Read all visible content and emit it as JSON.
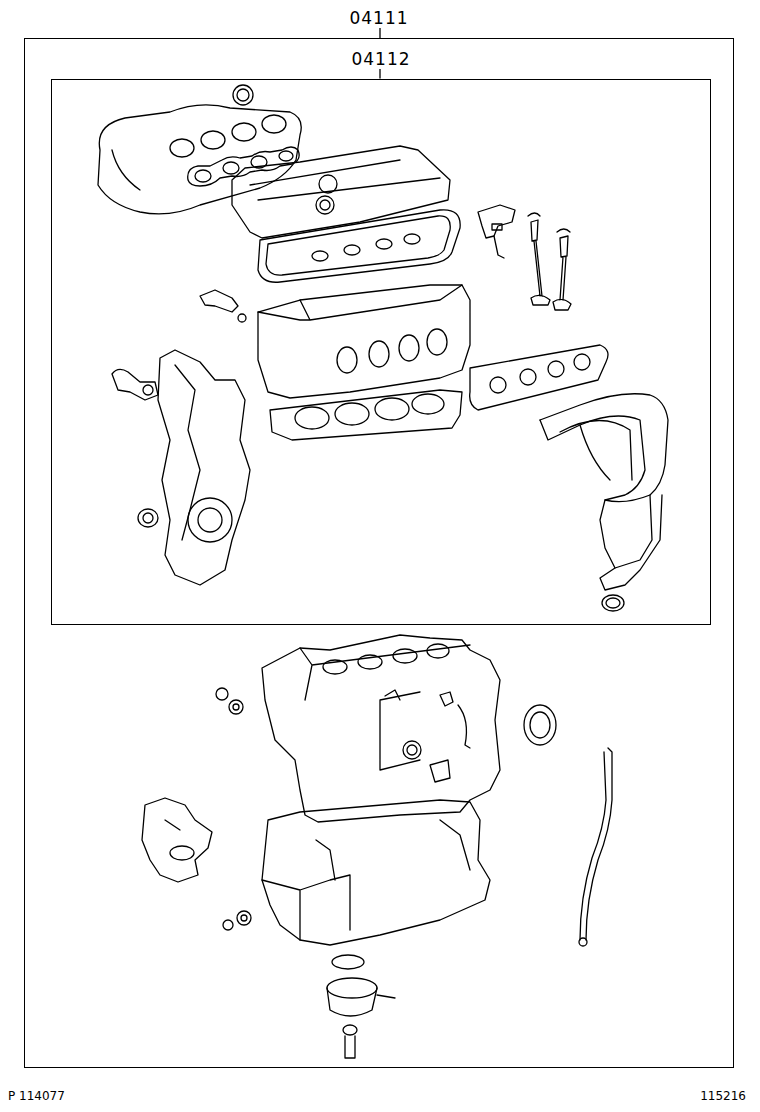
{
  "diagram": {
    "nodes": [
      {
        "text": [
          "04111"
        ]
      },
      {
        "text": [
          "04112"
        ],
        "in": 0
      }
    ],
    "labels": [
      "P 114077",
      "115216"
    ]
  }
}
